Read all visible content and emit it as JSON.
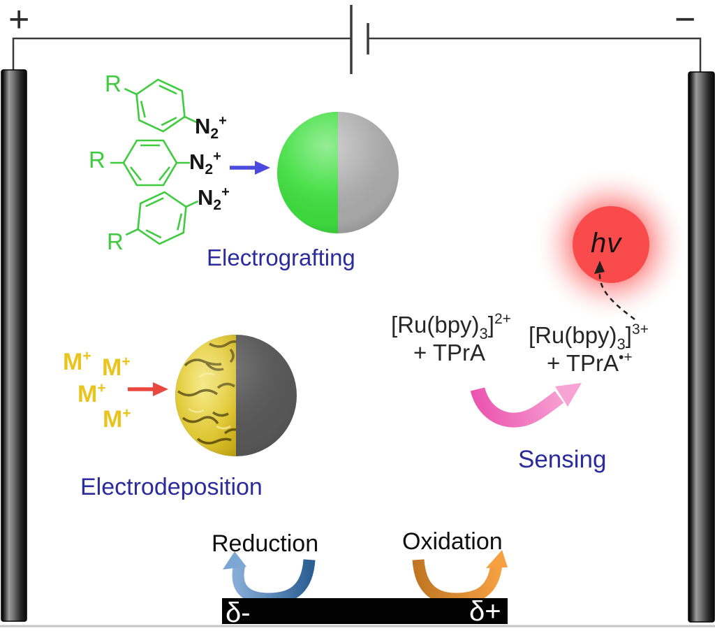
{
  "circuit": {
    "positive_terminal": "+",
    "negative_terminal": "−"
  },
  "electrografting": {
    "label": "Electrografting",
    "substituent": "R",
    "diazonium": {
      "symbol": "N",
      "subscript": "2",
      "charge": "+"
    }
  },
  "electrodeposition": {
    "label": "Electrodeposition",
    "metal_ion": {
      "symbol": "M",
      "charge": "+"
    }
  },
  "sensing": {
    "label": "Sensing",
    "emission": "hv",
    "reactants": {
      "complex": "[Ru(bpy)",
      "subscript": "3",
      "bracket": "]",
      "charge": "2+",
      "coreactant": "+ TPrA"
    },
    "products": {
      "complex": "[Ru(bpy)",
      "subscript": "3",
      "bracket": "]",
      "charge": "3+",
      "coreactant": "+ TPrA",
      "radical": "•+"
    }
  },
  "bipolar_electrode": {
    "reduction_label": "Reduction",
    "oxidation_label": "Oxidation",
    "delta_minus": "δ-",
    "delta_plus": "δ+"
  },
  "colors": {
    "molecule_green": "#3ecc3e",
    "sphere_green": "#3fdf3f",
    "sphere_gray": "#acacac",
    "deposit_gold": "#e3ca34",
    "sphere_dark": "#575757",
    "ecl_red": "#f94b4b",
    "label_blue": "#2b2b9e",
    "ion_yellow": "#e8c41c",
    "arrow_blue": "#4a4ae0",
    "arrow_red": "#e9473f",
    "sensing_pink": "#ee6cbe",
    "reduction_blue": "#3c6fa5",
    "oxidation_orange": "#e8933a",
    "electrode_dark": "#1a1a1a"
  }
}
